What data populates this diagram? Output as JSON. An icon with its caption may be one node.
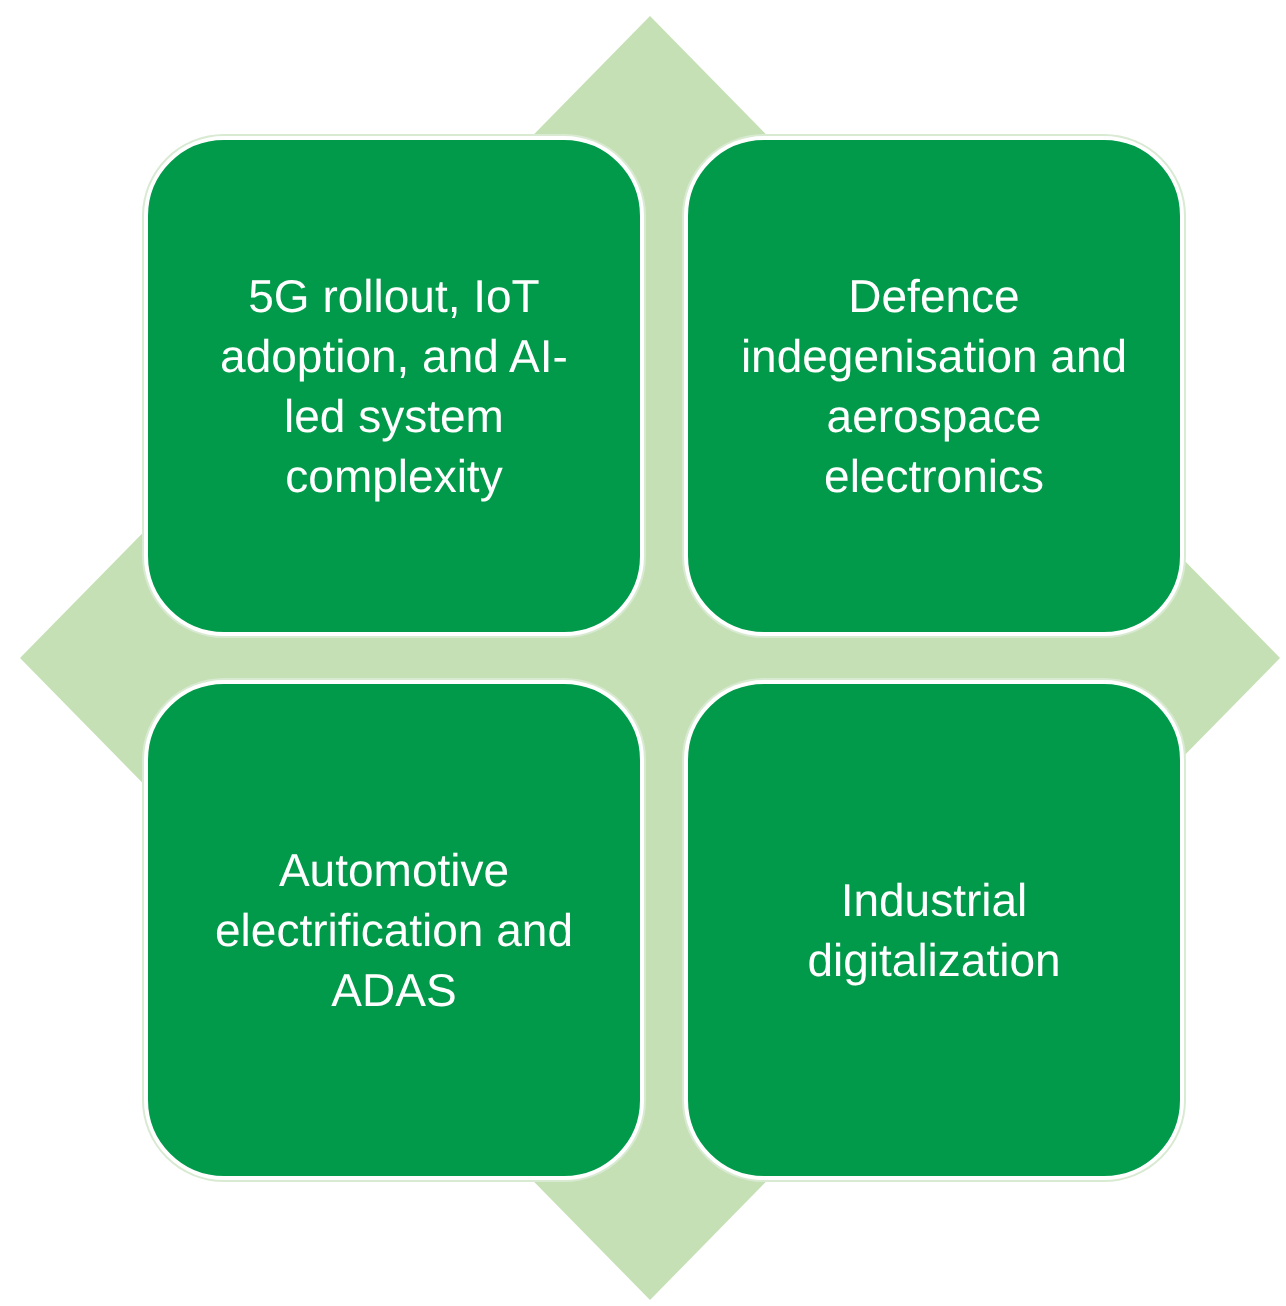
{
  "diagram": {
    "nodes": [
      {
        "text": [],
        "shape": "diamond"
      },
      {
        "text": [
          "5G rollout, IoT adoption, and AI-led system complexity"
        ],
        "in": 0
      },
      {
        "text": [
          "Defence indegenisation and aerospace electronics"
        ],
        "in": 0
      },
      {
        "text": [
          "Automotive electrification and ADAS"
        ],
        "in": 0
      },
      {
        "text": [
          "Industrial digitalization"
        ],
        "in": 0
      }
    ],
    "edges": []
  }
}
